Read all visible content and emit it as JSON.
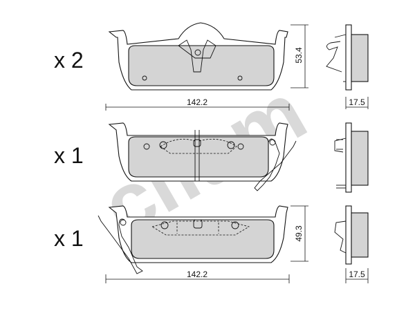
{
  "quantities": {
    "row1": "x 2",
    "row2": "x 1",
    "row3": "x 1"
  },
  "dimensions": {
    "width_top": "142.2",
    "height_top": "53.4",
    "thickness_top": "17.5",
    "width_bottom": "142.2",
    "height_bottom": "49.3",
    "thickness_bottom": "17.5"
  },
  "watermark": {
    "text": "cifam",
    "color": "#d9d9d9"
  },
  "colors": {
    "friction": "#d4d4d4",
    "line": "#111111"
  }
}
